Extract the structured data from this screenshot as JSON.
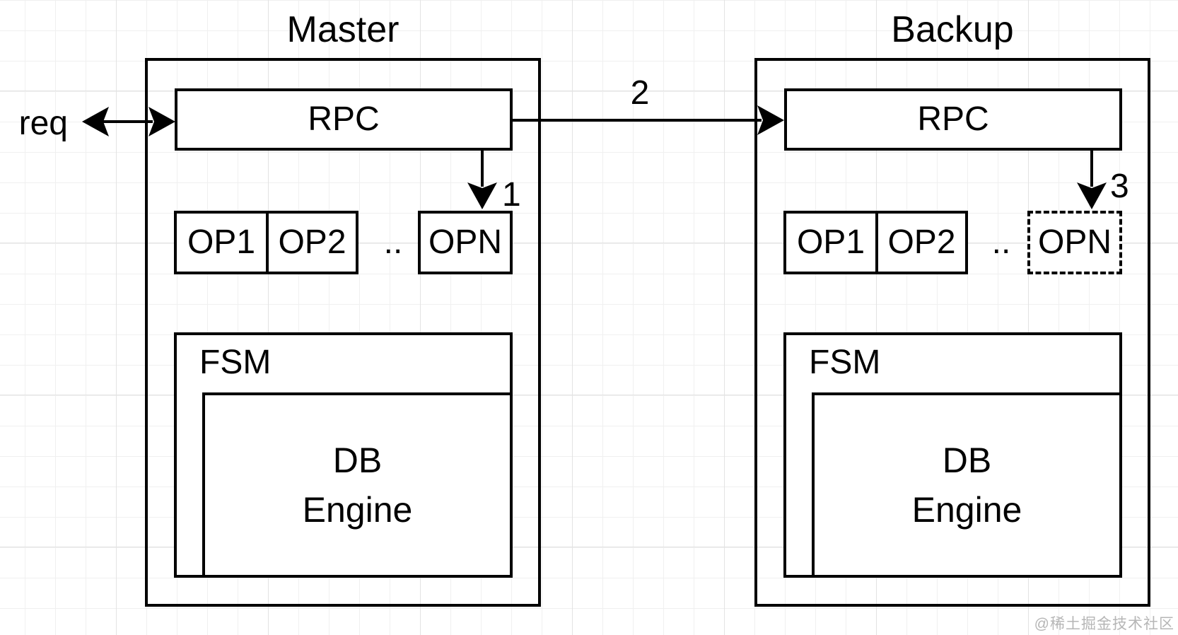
{
  "canvas": {
    "background_color": "#ffffff",
    "grid_minor_color": "#f0f0f0",
    "grid_major_color": "#e3e3e3",
    "stroke_color": "#000000"
  },
  "master": {
    "title": "Master",
    "rpc_label": "RPC",
    "op1_label": "OP1",
    "op2_label": "OP2",
    "dots_label": "..",
    "opn_label": "OPN",
    "fsm_label": "FSM",
    "db_line1": "DB",
    "db_line2": "Engine"
  },
  "backup": {
    "title": "Backup",
    "rpc_label": "RPC",
    "op1_label": "OP1",
    "op2_label": "OP2",
    "dots_label": "..",
    "opn_label": "OPN",
    "fsm_label": "FSM",
    "db_line1": "DB",
    "db_line2": "Engine"
  },
  "annotations": {
    "req_label": "req",
    "step1": "1",
    "step2": "2",
    "step3": "3"
  },
  "watermark": {
    "text": "@稀土掘金技术社区",
    "color": "#b6b6b6"
  }
}
